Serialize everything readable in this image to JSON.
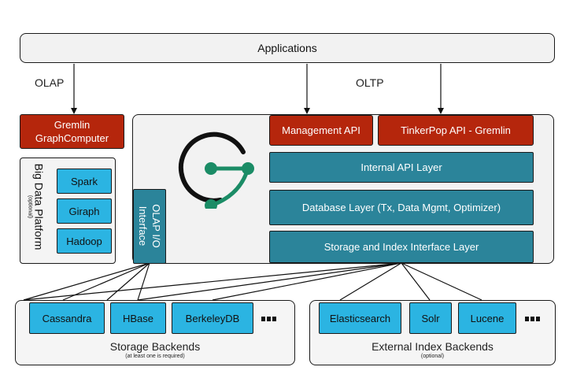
{
  "applications": "Applications",
  "olap_label": "OLAP",
  "oltp_label": "OLTP",
  "gremlin_graphcomputer": "Gremlin GraphComputer",
  "big_data_platform": {
    "title": "Big Data Platform",
    "note": "(optional)",
    "items": [
      "Spark",
      "Giraph",
      "Hadoop"
    ]
  },
  "olap_io_interface": "OLAP I/O Interface",
  "management_api": "Management API",
  "tinkerpop_api": "TinkerPop API - Gremlin",
  "layers": [
    "Internal API Layer",
    "Database Layer (Tx, Data Mgmt, Optimizer)",
    "Storage and Index Interface Layer"
  ],
  "storage_backends": {
    "items": [
      "Cassandra",
      "HBase",
      "BerkeleyDB"
    ],
    "title": "Storage Backends",
    "note": "(at least one is required)"
  },
  "index_backends": {
    "items": [
      "Elasticsearch",
      "Solr",
      "Lucene"
    ],
    "title": "External Index Backends",
    "note": "(optional)"
  },
  "colors": {
    "red": "#b5260c",
    "teal": "#2b849a",
    "light_blue": "#2bb4e2",
    "logo_green": "#1b8c66"
  }
}
